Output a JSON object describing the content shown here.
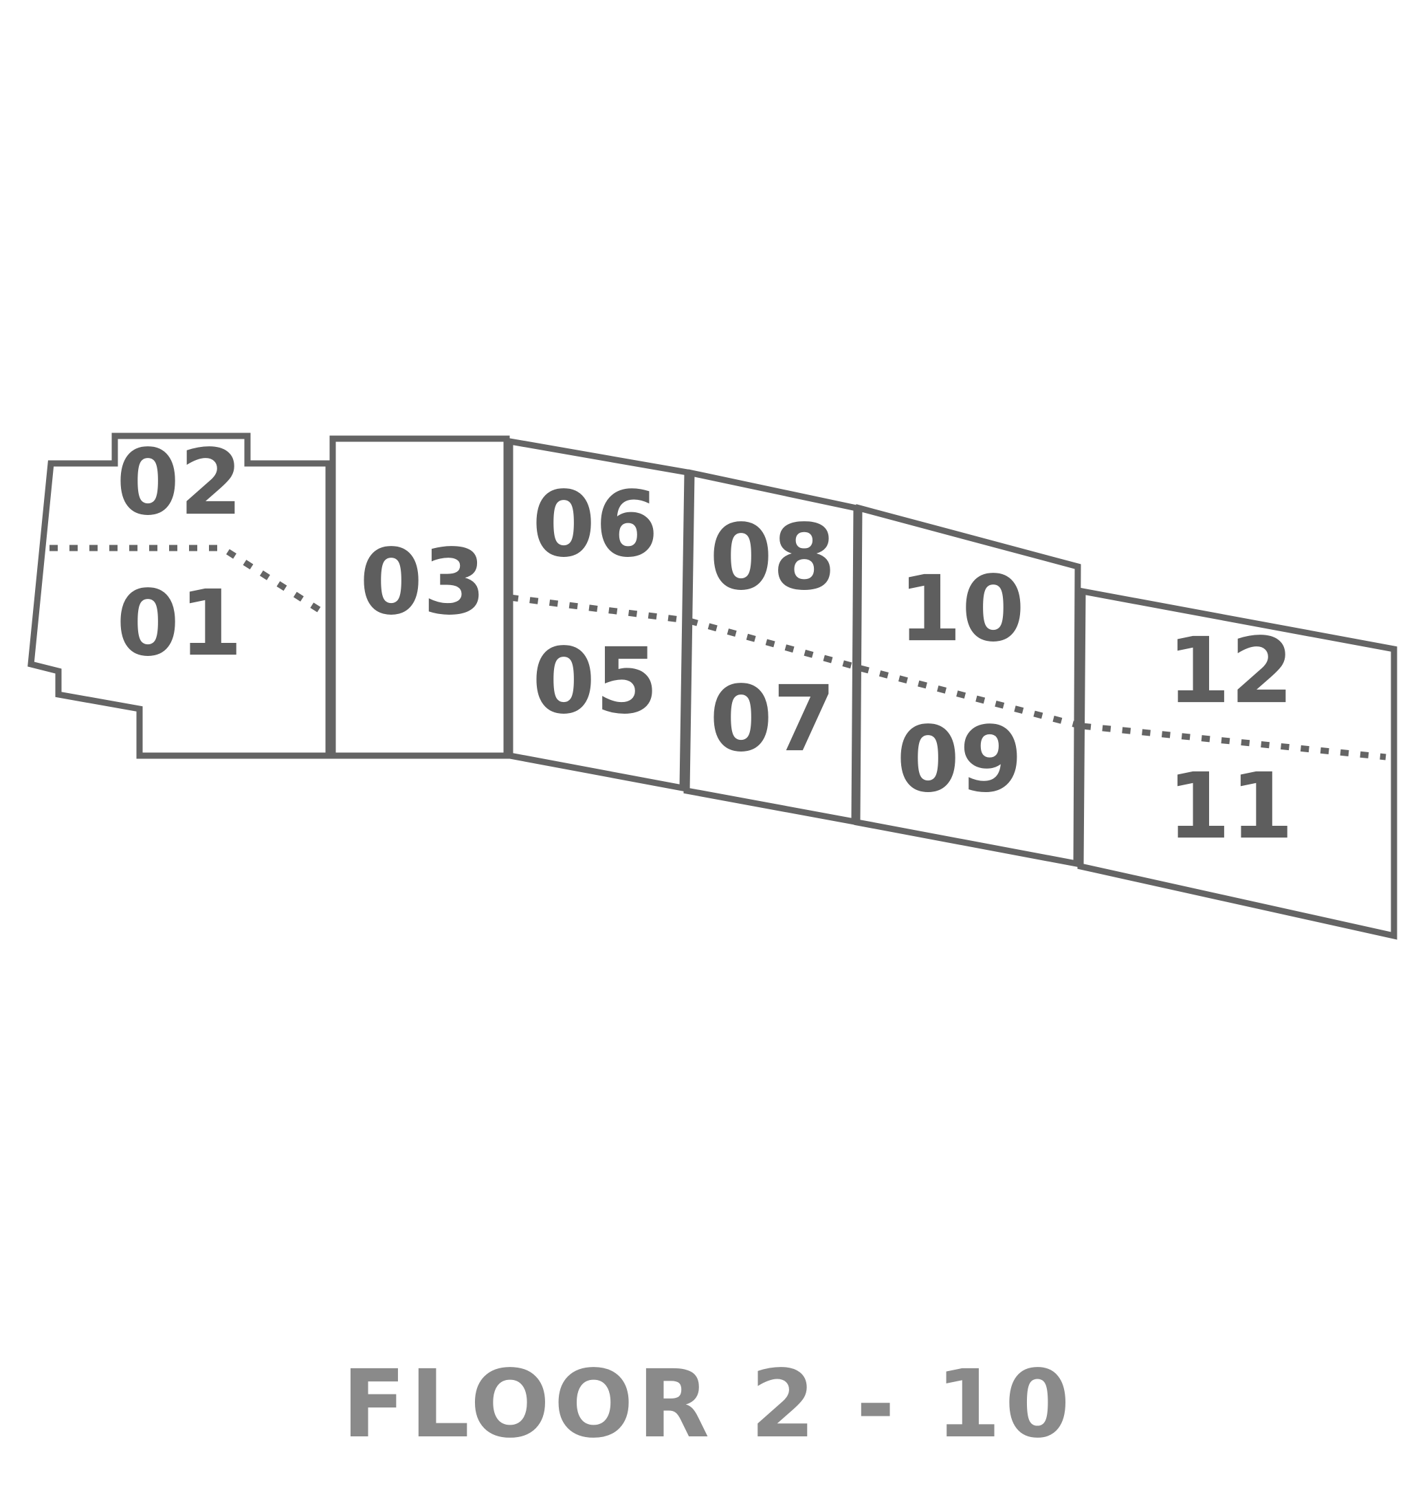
{
  "floor_title": "FLOOR 2 - 10",
  "colors": {
    "outline": "#646464",
    "label": "#5e5e5e",
    "title": "#8a8a8a",
    "background": "#ffffff"
  },
  "units": [
    {
      "id": "unit-02",
      "label": "02"
    },
    {
      "id": "unit-01",
      "label": "01"
    },
    {
      "id": "unit-03",
      "label": "03"
    },
    {
      "id": "unit-06",
      "label": "06"
    },
    {
      "id": "unit-05",
      "label": "05"
    },
    {
      "id": "unit-08",
      "label": "08"
    },
    {
      "id": "unit-07",
      "label": "07"
    },
    {
      "id": "unit-10",
      "label": "10"
    },
    {
      "id": "unit-09",
      "label": "09"
    },
    {
      "id": "unit-12",
      "label": "12"
    },
    {
      "id": "unit-11",
      "label": "11"
    }
  ]
}
